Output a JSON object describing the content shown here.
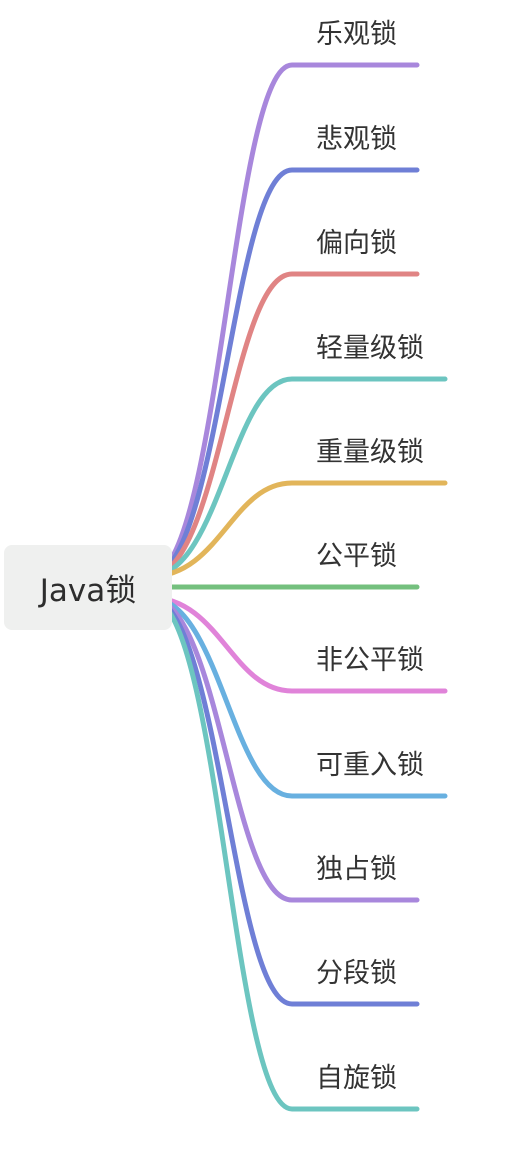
{
  "root": {
    "label": "Java锁"
  },
  "branches": [
    {
      "label": "乐观锁",
      "color": "#a887dc"
    },
    {
      "label": "悲观锁",
      "color": "#6f7fd6"
    },
    {
      "label": "偏向锁",
      "color": "#e08484"
    },
    {
      "label": "轻量级锁",
      "color": "#6cc5c0"
    },
    {
      "label": "重量级锁",
      "color": "#e2b55a"
    },
    {
      "label": "公平锁",
      "color": "#74c07e"
    },
    {
      "label": "非公平锁",
      "color": "#e083d9"
    },
    {
      "label": "可重入锁",
      "color": "#68b0e0"
    },
    {
      "label": "独占锁",
      "color": "#a887dc"
    },
    {
      "label": "分段锁",
      "color": "#6f7fd6"
    },
    {
      "label": "自旋锁",
      "color": "#6cc5c0"
    }
  ]
}
